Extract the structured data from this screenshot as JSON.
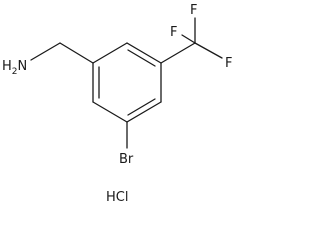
{
  "molecule": {
    "atoms": {
      "amine": "H2N",
      "amine_h": "H",
      "amine_sub": "2",
      "amine_n": "N",
      "bromine": "Br",
      "fluorine_top": "F",
      "fluorine_left": "F",
      "fluorine_right": "F"
    },
    "salt": "HCl"
  },
  "colors": {
    "bond": "#1a1a1a",
    "text": "#1a1a1a",
    "background": "#ffffff"
  }
}
